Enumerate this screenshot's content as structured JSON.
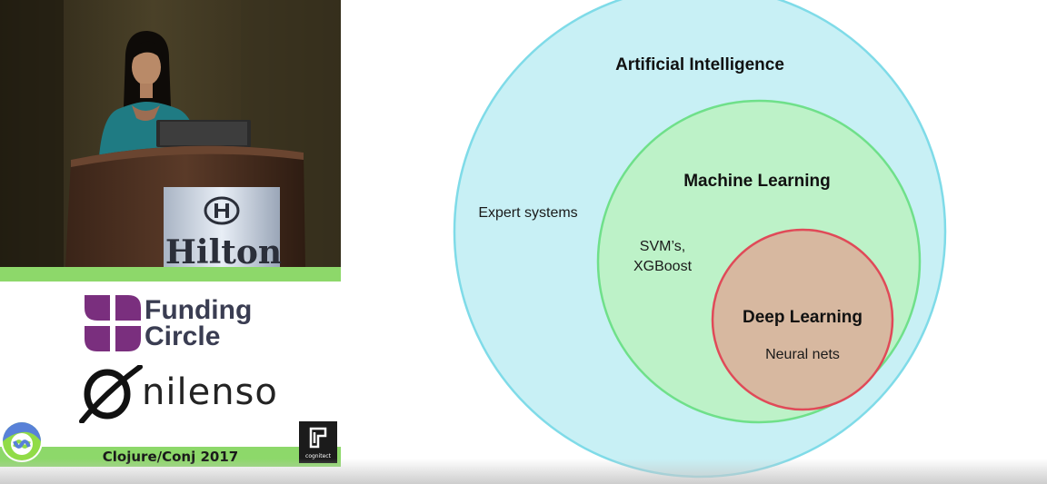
{
  "speaker_video": {
    "podium_sign": "Hilton"
  },
  "sponsors": {
    "funding_circle": {
      "line1": "Funding",
      "line2": "Circle",
      "color": "#7a2f7e"
    },
    "nilenso": {
      "name": "nilenso"
    },
    "cognitect": {
      "name": "cognitect"
    }
  },
  "conference": {
    "label": "Clojure/Conj 2017",
    "band_color": "#8dd86a"
  },
  "slide": {
    "circles": [
      {
        "label": "Artificial Intelligence",
        "example": "Expert systems",
        "fill": "#c8f0f5",
        "stroke": "#7fdbe8"
      },
      {
        "label": "Machine Learning",
        "example_line1": "SVM’s,",
        "example_line2": "XGBoost",
        "fill": "#bdf2c8",
        "stroke": "#6fe08a"
      },
      {
        "label": "Deep Learning",
        "example": "Neural nets",
        "fill": "#d7b8a0",
        "stroke": "#e04a58"
      }
    ]
  }
}
